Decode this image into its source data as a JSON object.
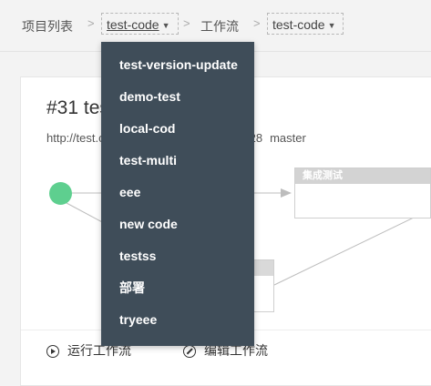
{
  "breadcrumb": {
    "project_list": "项目列表",
    "separator": ">",
    "project": "test-code",
    "workflow": "工作流",
    "workflow_select": "test-code"
  },
  "workflow": {
    "title": "#31 test-code",
    "repo": "http://test.coding.net/tenant/user/repo928",
    "branch": "master"
  },
  "diagram": {
    "stage_name": "集成测试",
    "start_color": "#5ecf8f"
  },
  "actions": {
    "run": "运行工作流",
    "edit": "编辑工作流"
  },
  "dropdown": {
    "items": [
      "test-version-update",
      "demo-test",
      "local-cod",
      "test-multi",
      "eee",
      "new code",
      "testss",
      "部署",
      "tryeee"
    ]
  }
}
